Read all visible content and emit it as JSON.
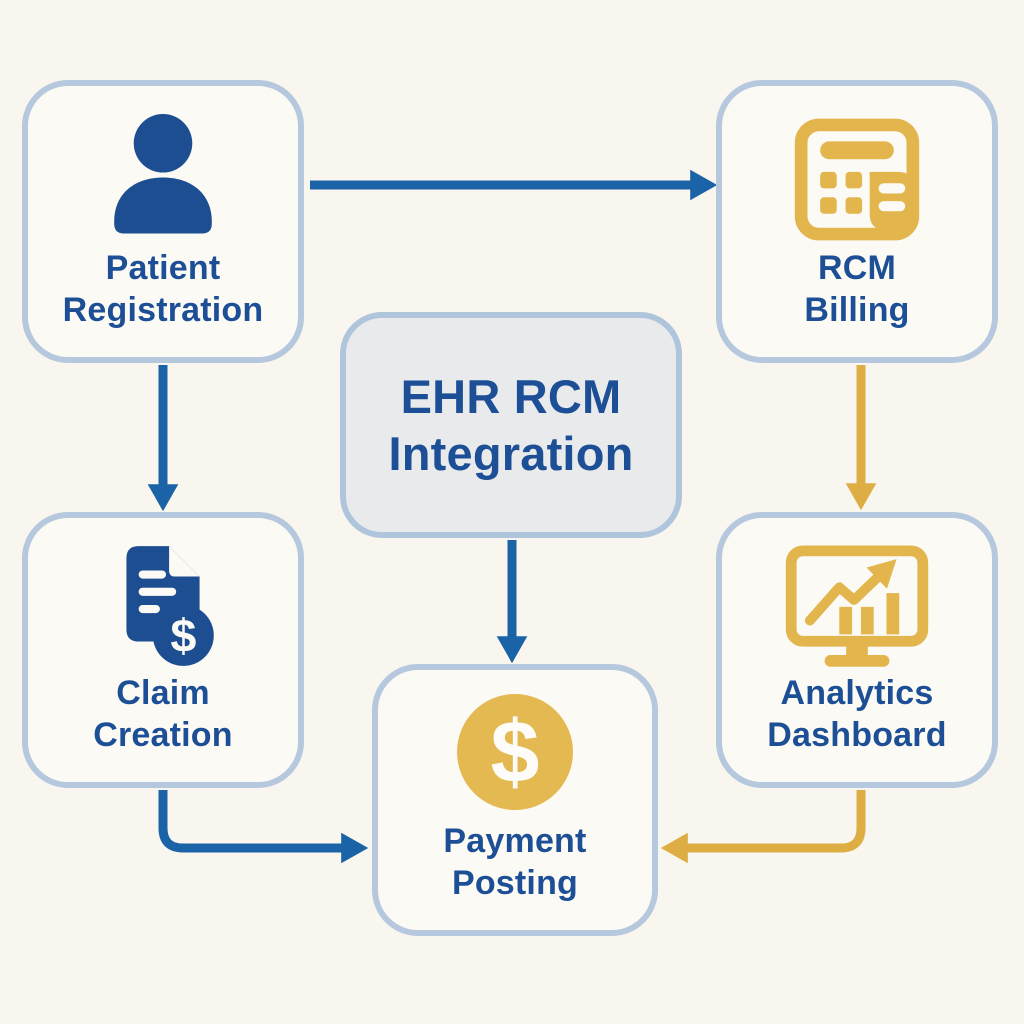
{
  "diagram": {
    "center": {
      "label": "EHR RCM\nIntegration"
    },
    "nodes": {
      "patient": {
        "label": "Patient\nRegistration",
        "icon": "person-icon"
      },
      "billing": {
        "label": "RCM\nBilling",
        "icon": "calculator-icon"
      },
      "claim": {
        "label": "Claim\nCreation",
        "icon": "billing-document-icon"
      },
      "analytics": {
        "label": "Analytics\nDashboard",
        "icon": "monitor-chart-icon"
      },
      "payment": {
        "label": "Payment\nPosting",
        "icon": "dollar-coin-icon"
      }
    },
    "edges": [
      {
        "from": "Patient Registration",
        "to": "RCM Billing",
        "color": "#1a63a6"
      },
      {
        "from": "Patient Registration",
        "to": "Claim Creation",
        "color": "#1a63a6"
      },
      {
        "from": "RCM Billing",
        "to": "Analytics Dashboard",
        "color": "#ddae43"
      },
      {
        "from": "EHR RCM Integration",
        "to": "Payment Posting",
        "color": "#1a63a6"
      },
      {
        "from": "Claim Creation",
        "to": "Payment Posting",
        "color": "#1a63a6"
      },
      {
        "from": "Analytics Dashboard",
        "to": "Payment Posting",
        "color": "#ddae43"
      }
    ],
    "colors": {
      "background": "#f9f6ef",
      "node_fill": "#fcfaf4",
      "node_border": "#b5c8dd",
      "center_fill": "#e9eaec",
      "text_blue": "#1d4f96",
      "icon_blue": "#1d4e92",
      "gold": "#e2b54d",
      "arrow_blue": "#1a63a6",
      "arrow_gold": "#ddae43"
    }
  }
}
